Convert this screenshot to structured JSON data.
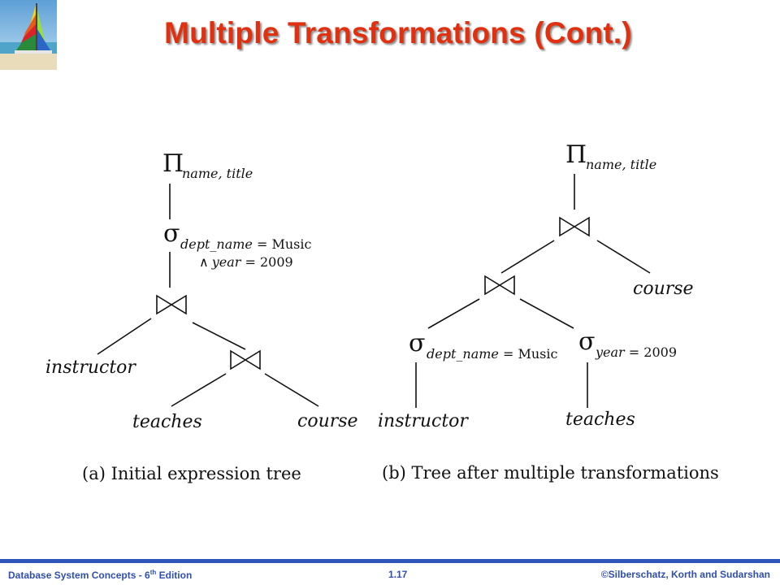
{
  "title": "Multiple Transformations (Cont.)",
  "diagram": {
    "tree_a": {
      "project_symbol": "Π",
      "project_attrs": "name, title",
      "select_symbol": "σ",
      "select_attr1": "dept_name",
      "select_val1": " = Music",
      "select_and": "∧",
      "select_attr2": "year",
      "select_val2": " = 2009",
      "rel_instructor": "instructor",
      "rel_teaches": "teaches",
      "rel_course": "course",
      "caption": "(a) Initial expression tree"
    },
    "tree_b": {
      "project_symbol": "Π",
      "project_attrs": "name, title",
      "select_symbol_1": "σ",
      "select1_attr": "dept_name",
      "select1_val": " = Music",
      "select_symbol_2": "σ",
      "select2_attr": "year",
      "select2_val": " = 2009",
      "rel_course": "course",
      "rel_instructor": "instructor",
      "rel_teaches": "teaches",
      "caption": "(b) Tree after multiple transformations"
    }
  },
  "footer": {
    "left_prefix": "Database  System Concepts  - 6",
    "left_sup": "th",
    "left_suffix": " Edition",
    "middle": "1.17",
    "right": "©Silberschatz, Korth and Sudarshan"
  },
  "colors": {
    "title": "#e03010",
    "footer_rule": "#2f55b8",
    "footer_text": "#2f4fae"
  },
  "icons": {
    "logo": "sailboat-logo-icon"
  }
}
